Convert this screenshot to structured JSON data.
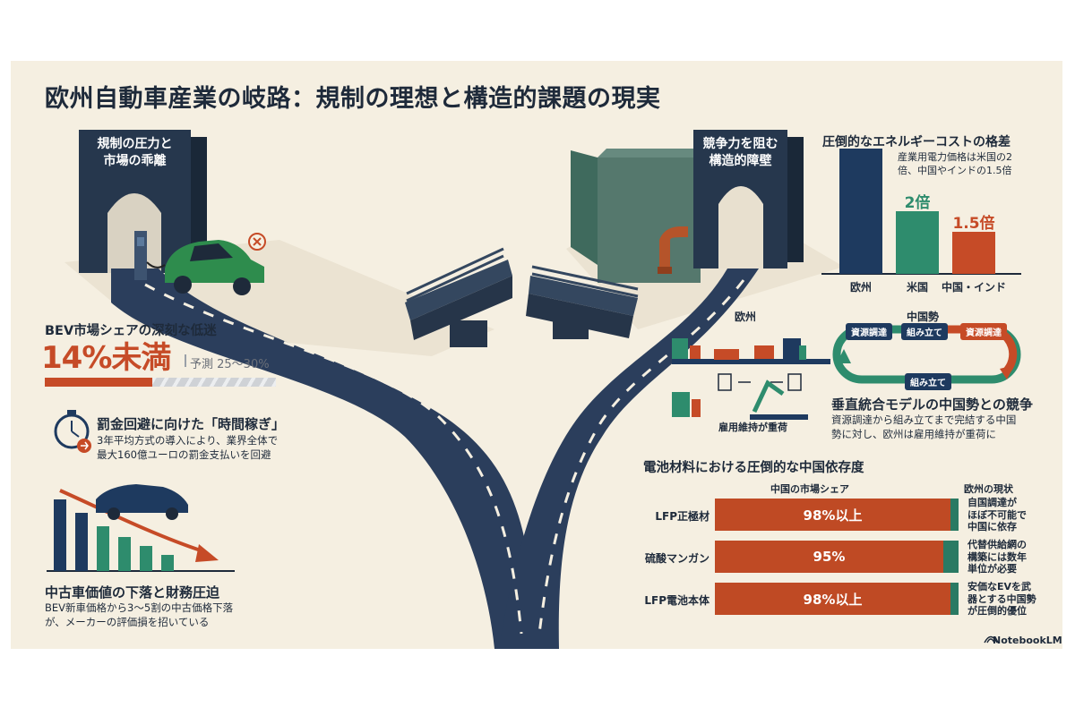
{
  "title": "欧州自動車産業の岐路：規制の理想と構造的課題の現実",
  "left_arch": {
    "line1": "規制の圧力と",
    "line2": "市場の乖離"
  },
  "right_arch": {
    "line1": "競争力を阻む",
    "line2": "構造的障壁"
  },
  "bev": {
    "heading": "BEV市場シェアの深刻な低迷",
    "value": "14%未満",
    "forecast": "予測 25～30%",
    "value_fraction": 0.14,
    "forecast_fraction_low": 0.25,
    "forecast_fraction_high": 0.3
  },
  "penalty": {
    "heading": "罰金回避に向けた「時間稼ぎ」",
    "line1": "3年平均方式の導入により、業界全体で",
    "line2": "最大160億ユーロの罰金支払いを回避"
  },
  "used_car": {
    "heading": "中古車価値の下落と財務圧迫",
    "line1": "BEV新車価格から3～5割の中古価格下落",
    "line2": "が、メーカーの評価損を招いている"
  },
  "energy": {
    "heading": "圧倒的なエネルギーコストの格差",
    "note1": "産業用電力価格は米国の2",
    "note2": "倍、中国やインドの1.5倍",
    "bars": [
      {
        "label": "欧州",
        "value": 3,
        "value_label": "",
        "color": "#1e3a5f"
      },
      {
        "label": "米国",
        "value": 1.5,
        "value_label": "2倍",
        "color": "#2e8c6d"
      },
      {
        "label": "中国・インド",
        "value": 1.0,
        "value_label": "1.5倍",
        "color": "#c64b27"
      }
    ]
  },
  "europe_flow": {
    "label": "欧州",
    "caption": "雇用維持が重荷"
  },
  "china_flow": {
    "label": "中国勢",
    "step1": "資源調達",
    "step2": "組み立て",
    "step3": "資源調達",
    "step4": "組み立て"
  },
  "vertical": {
    "heading": "垂直統合モデルの中国勢との競争",
    "line1": "資源調達から組み立てまで完結する中国",
    "line2": "勢に対し、欧州は雇用維持が重荷に"
  },
  "battery": {
    "heading": "電池材料における圧倒的な中国依存度",
    "col_share": "中国の市場シェア",
    "col_status": "欧州の現状",
    "rows": [
      {
        "label": "LFP正極材",
        "share": 0.98,
        "share_label": "98%以上",
        "status1": "自国調達が",
        "status2": "ほぼ不可能で",
        "status3": "中国に依存"
      },
      {
        "label": "硫酸マンガン",
        "share": 0.95,
        "share_label": "95%",
        "status1": "代替供給網の",
        "status2": "構築には数年",
        "status3": "単位が必要"
      },
      {
        "label": "LFP電池本体",
        "share": 0.98,
        "share_label": "98%以上",
        "status1": "安価なEVを武",
        "status2": "器とする中国勢",
        "status3": "が圧倒的優位"
      }
    ]
  },
  "brand": "NotebookLM",
  "colors": {
    "navy": "#1e3a5f",
    "green": "#2e8c6d",
    "red": "#c64b27",
    "cream": "#f5efe1"
  }
}
